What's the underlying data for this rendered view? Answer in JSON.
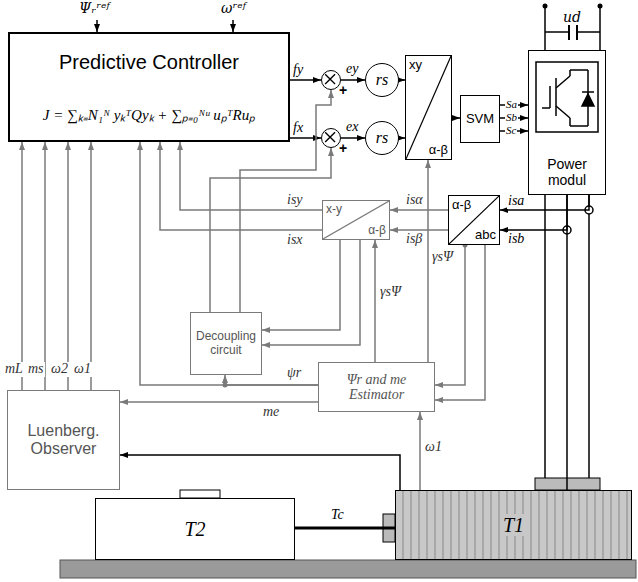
{
  "diagram": {
    "nodes": [
      {
        "text": [
          "Predictive Controller",
          "J = ∑ₖ₌N₁ᴺ yₖᵀQyₖ + ∑ₚ₌₀ᴺᵘ uₚᵀRuₚ"
        ]
      },
      {
        "text": [
          "+"
        ]
      },
      {
        "text": [
          "+"
        ]
      },
      {
        "text": [
          "rs"
        ]
      },
      {
        "text": [
          "rs"
        ]
      },
      {
        "text": [
          "xy",
          "α-β"
        ]
      },
      {
        "text": [
          "SVM"
        ]
      },
      {
        "text": [
          "Power modul"
        ]
      },
      {
        "text": [
          "α-β",
          "abc"
        ]
      },
      {
        "text": [
          "x-y",
          "α-β"
        ]
      },
      {
        "text": [
          "Decoupling circuit"
        ]
      },
      {
        "text": [
          "Ψr and me Estimator"
        ]
      },
      {
        "text": [
          "Luenberg. Observer"
        ]
      },
      {
        "text": [
          "T2"
        ]
      },
      {
        "text": [
          "T1"
        ]
      }
    ],
    "edges": [
      {
        "from": 0,
        "to": 1,
        "label": "fy",
        "arrow": "to"
      },
      {
        "from": 0,
        "to": 2,
        "label": "fx",
        "arrow": "to"
      },
      {
        "from": 10,
        "to": 1,
        "arrow": "to"
      },
      {
        "from": 10,
        "to": 2,
        "arrow": "to"
      },
      {
        "from": 1,
        "to": 3,
        "label": "ey",
        "arrow": "to"
      },
      {
        "from": 2,
        "to": 4,
        "label": "ex",
        "arrow": "to"
      },
      {
        "from": 3,
        "to": 5,
        "arrow": "to"
      },
      {
        "from": 4,
        "to": 5,
        "arrow": "to"
      },
      {
        "from": 5,
        "to": 6,
        "arrow": "to"
      },
      {
        "from": 6,
        "to": 7,
        "label": "Sa",
        "arrow": "to"
      },
      {
        "from": 6,
        "to": 7,
        "label": "Sb",
        "arrow": "to"
      },
      {
        "from": 6,
        "to": 7,
        "label": "Sc",
        "arrow": "to"
      },
      {
        "from": 7,
        "to": 14,
        "arrow": "none"
      },
      {
        "from": 7,
        "to": 8,
        "label": "isa",
        "arrow": "to"
      },
      {
        "from": 7,
        "to": 8,
        "label": "isb",
        "arrow": "to"
      },
      {
        "from": 8,
        "to": 9,
        "label": "isα",
        "arrow": "to"
      },
      {
        "from": 8,
        "to": 9,
        "label": "isβ",
        "arrow": "to"
      },
      {
        "from": 8,
        "to": 11,
        "arrow": "to"
      },
      {
        "from": 8,
        "to": 11,
        "arrow": "to"
      },
      {
        "from": 9,
        "to": 0,
        "label": "isy",
        "arrow": "to"
      },
      {
        "from": 9,
        "to": 0,
        "label": "isx",
        "arrow": "to"
      },
      {
        "from": 9,
        "to": 10,
        "arrow": "to"
      },
      {
        "from": 9,
        "to": 10,
        "arrow": "to"
      },
      {
        "from": 11,
        "to": 9,
        "label": "γsΨ",
        "arrow": "to"
      },
      {
        "from": 11,
        "to": 5,
        "label": "γsΨ",
        "arrow": "to"
      },
      {
        "from": 11,
        "to": 0,
        "label": "ψr",
        "arrow": "to"
      },
      {
        "from": 11,
        "to": 10,
        "arrow": "to"
      },
      {
        "from": 11,
        "to": 12,
        "label": "me",
        "arrow": "to"
      },
      {
        "from": 12,
        "to": 0,
        "label": "mL",
        "arrow": "to"
      },
      {
        "from": 12,
        "to": 0,
        "label": "ms",
        "arrow": "to"
      },
      {
        "from": 12,
        "to": 0,
        "label": "ω2",
        "arrow": "to"
      },
      {
        "from": 12,
        "to": 0,
        "label": "ω1",
        "arrow": "to"
      },
      {
        "from": 14,
        "to": 11,
        "label": "ω1",
        "arrow": "to"
      },
      {
        "from": 14,
        "to": 12,
        "arrow": "to"
      },
      {
        "from": 13,
        "to": 14,
        "label": "Tc",
        "arrow": "none"
      }
    ],
    "labels": [
      "Ψᵣʳᵉᶠ",
      "ωʳᵉᶠ",
      "ud"
    ]
  }
}
